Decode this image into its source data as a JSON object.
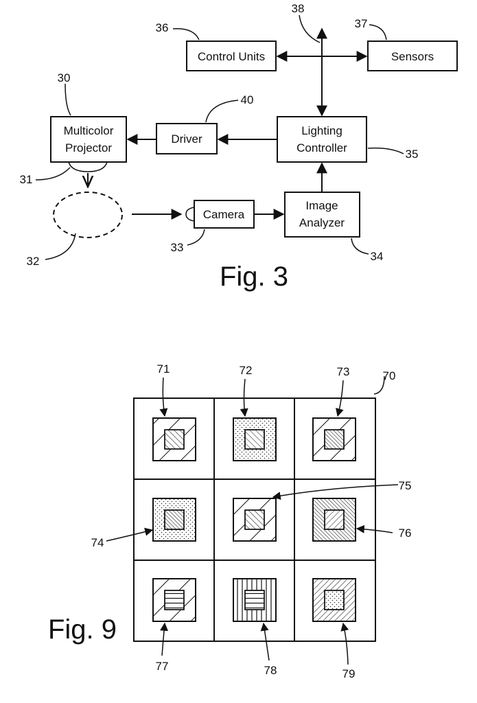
{
  "fig3": {
    "caption": "Fig. 3",
    "blocks": {
      "control_units": "Control Units",
      "sensors": "Sensors",
      "projector_line1": "Multicolor",
      "projector_line2": "Projector",
      "driver": "Driver",
      "lighting_line1": "Lighting",
      "lighting_line2": "Controller",
      "camera": "Camera",
      "analyzer_line1": "Image",
      "analyzer_line2": "Analyzer"
    },
    "refs": {
      "r30": "30",
      "r31": "31",
      "r32": "32",
      "r33": "33",
      "r34": "34",
      "r35": "35",
      "r36": "36",
      "r37": "37",
      "r38": "38",
      "r40": "40"
    }
  },
  "fig9": {
    "caption": "Fig. 9",
    "refs": {
      "r70": "70",
      "r71": "71",
      "r72": "72",
      "r73": "73",
      "r74": "74",
      "r75": "75",
      "r76": "76",
      "r77": "77",
      "r78": "78",
      "r79": "79"
    }
  },
  "colors": {
    "ink": "#111111",
    "background": "#ffffff"
  }
}
